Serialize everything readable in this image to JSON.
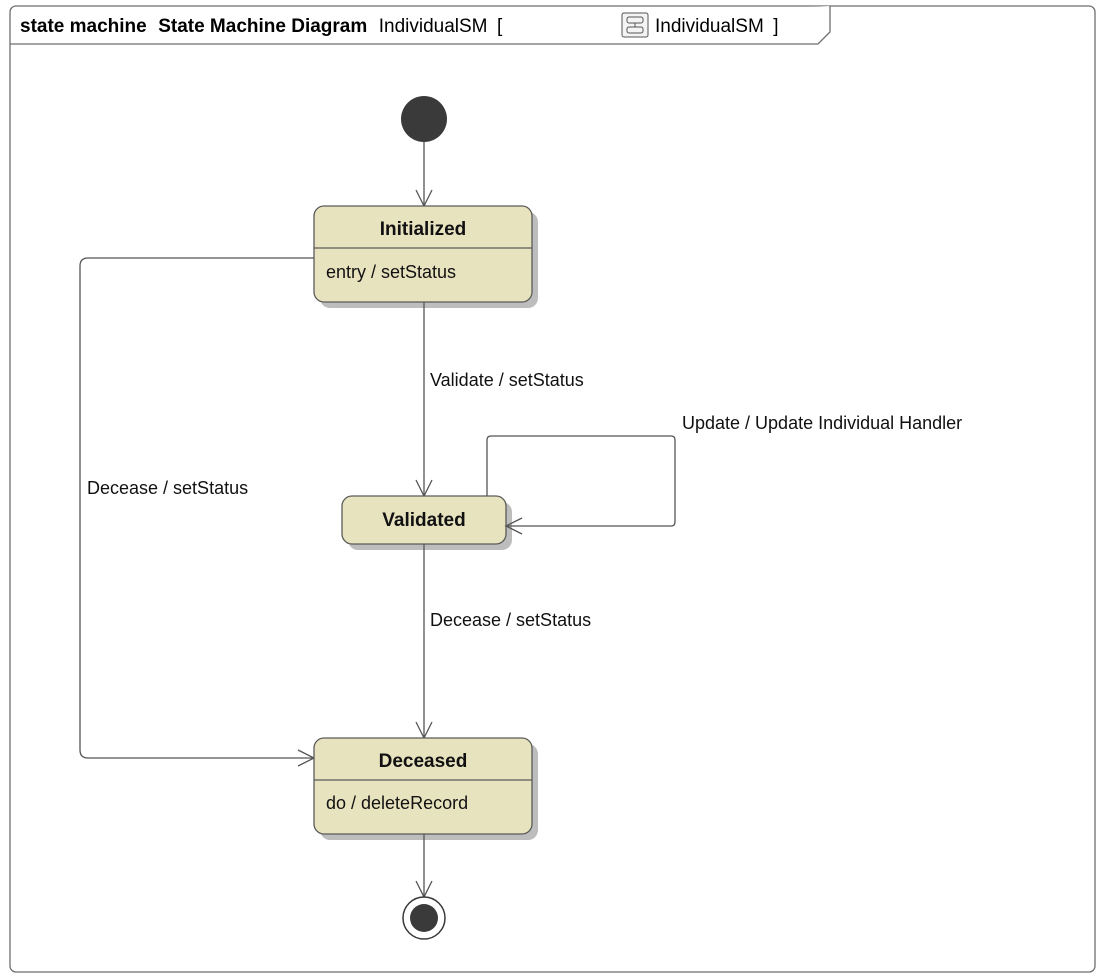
{
  "frame": {
    "keyword": "state machine",
    "diagram_type": "State Machine Diagram",
    "name": "IndividualSM",
    "bracket_open": "[",
    "element_name": "IndividualSM",
    "bracket_close": "]"
  },
  "states": {
    "initialized": {
      "name": "Initialized",
      "activity": "entry / setStatus"
    },
    "validated": {
      "name": "Validated"
    },
    "deceased": {
      "name": "Deceased",
      "activity": "do / deleteRecord"
    }
  },
  "transitions": {
    "initialized_to_validated": "Validate / setStatus",
    "validated_self": "Update / Update Individual Handler",
    "validated_to_deceased": "Decease / setStatus",
    "initialized_to_deceased": "Decease / setStatus"
  }
}
